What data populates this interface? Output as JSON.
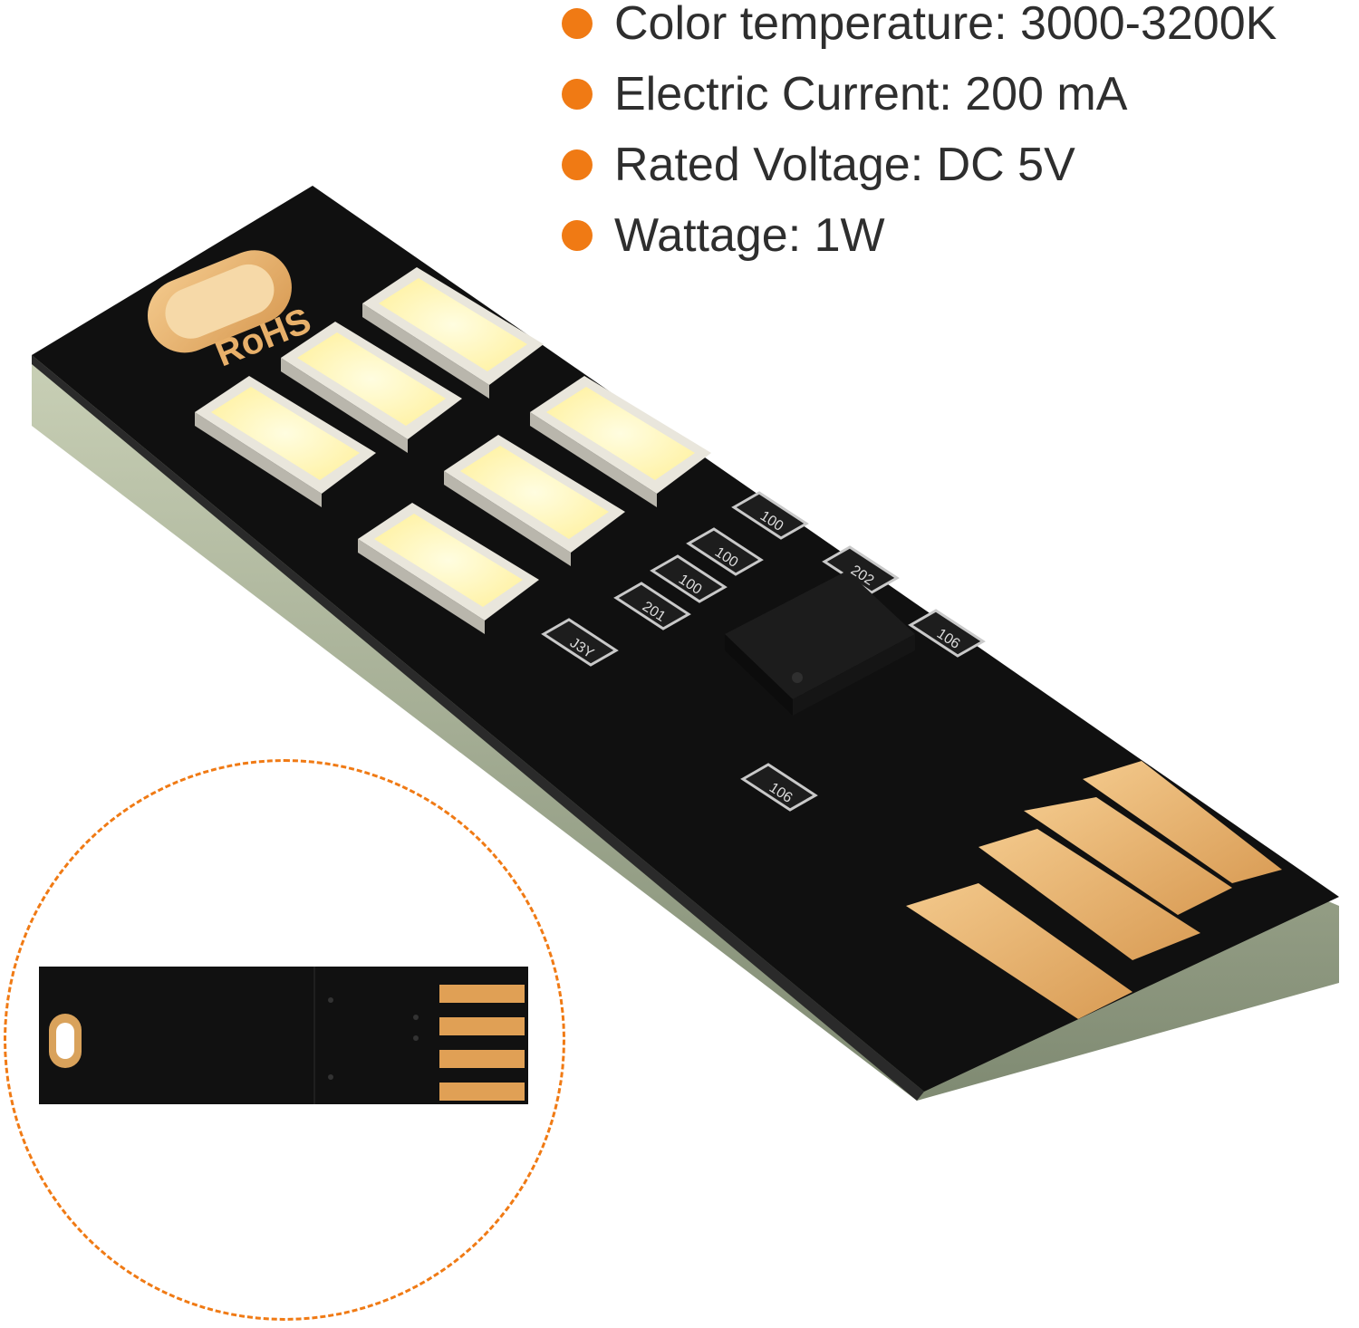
{
  "specs": [
    {
      "label": "Color temperature: 3000-3200K"
    },
    {
      "label": "Electric Current: 200 mA"
    },
    {
      "label": "Rated Voltage: DC 5V"
    },
    {
      "label": "Wattage: 1W"
    }
  ],
  "product": {
    "board_mark": "RoHS",
    "component_labels": [
      "100",
      "100",
      "100",
      "201",
      "202",
      "106",
      "106",
      "J3Y"
    ]
  },
  "colors": {
    "accent": "#f07a14",
    "board": "#111111",
    "gold": "#e8b06a",
    "led": "#fff6a8"
  }
}
